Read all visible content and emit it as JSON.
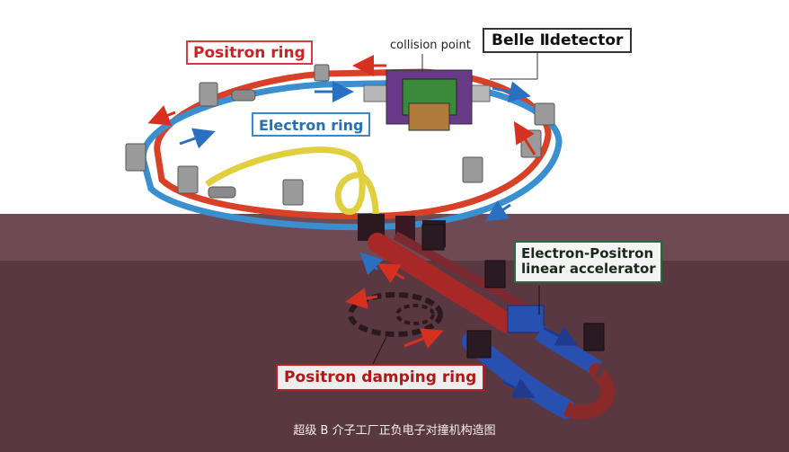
{
  "labels": {
    "positron_ring": "Positron ring",
    "electron_ring": "Electron ring",
    "collision_point": "collision point",
    "belle_detector": "Belle Ⅱdetector",
    "linac_line1": "Electron-Positron",
    "linac_line2": "linear accelerator",
    "damping_ring": "Positron damping ring"
  },
  "caption": "超级 B 介子工厂正负电子对撞机构造图",
  "colors": {
    "positron_beam": "#d84028",
    "electron_beam": "#3a8fd0",
    "transfer_line": "#e0d040",
    "linac_electron": "#2850b0",
    "linac_positron": "#a82828",
    "background_top": "#ffffff",
    "background_bottom": "#5a3841"
  },
  "icons": [
    "magnet-icon",
    "detector-icon",
    "arrow-icon"
  ]
}
